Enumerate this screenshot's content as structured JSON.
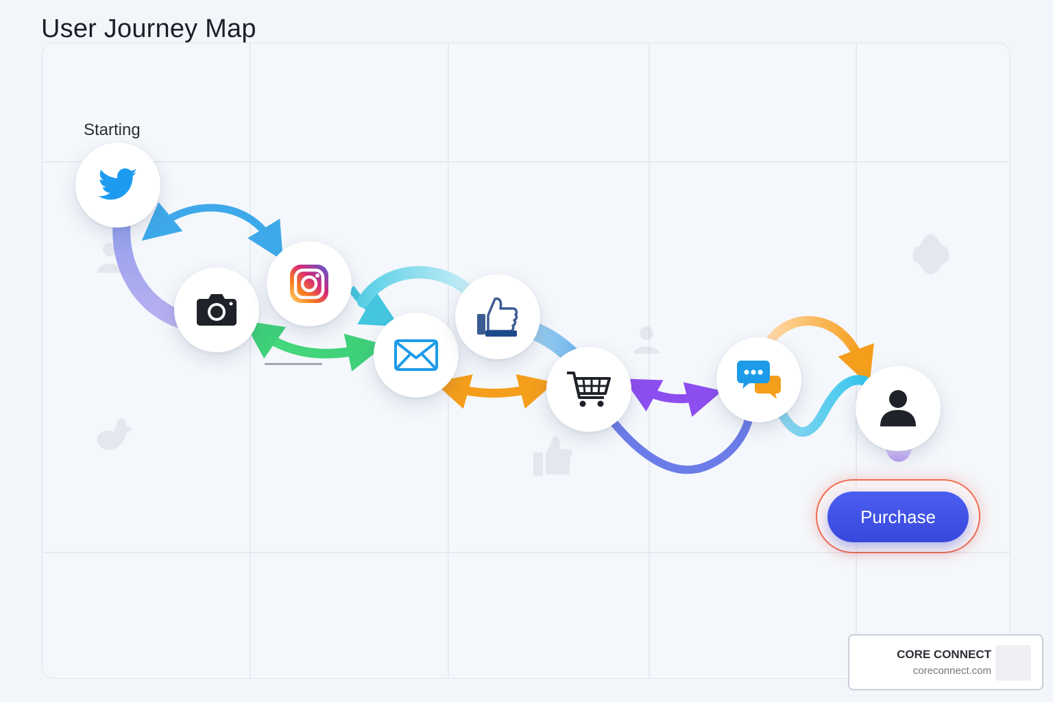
{
  "page": {
    "title": "User Journey Map"
  },
  "journey": {
    "start_label": "Starting",
    "nodes": [
      {
        "id": "twitter",
        "icon": "twitter-bird-icon",
        "color": "#1d9bf0"
      },
      {
        "id": "camera",
        "icon": "camera-icon",
        "color": "#1f2229"
      },
      {
        "id": "instagram",
        "icon": "instagram-icon",
        "color": "#e1306c"
      },
      {
        "id": "email",
        "icon": "envelope-icon",
        "color": "#1e9be8"
      },
      {
        "id": "like",
        "icon": "thumbs-up-icon",
        "color": "#2f4f8f"
      },
      {
        "id": "cart",
        "icon": "shopping-cart-icon",
        "color": "#1f2229"
      },
      {
        "id": "chat",
        "icon": "chat-bubbles-icon",
        "color": "#1e9be8"
      },
      {
        "id": "user",
        "icon": "user-icon",
        "color": "#1f2229"
      }
    ],
    "cta": {
      "label": "Purchase",
      "color": "#3d4fe6",
      "ring_color": "#f26b52"
    }
  },
  "brand": {
    "name": "CORE CONNECT",
    "url": "coreconnect.com"
  },
  "colors": {
    "background": "#f2f5fa",
    "arrow_blue": "#3ea9ea",
    "arrow_green": "#3fdc7a",
    "arrow_teal": "#45c6e0",
    "arrow_orange": "#f59e1b",
    "arrow_purple": "#8d4ef0",
    "path_indigo": "#6b7ce8"
  }
}
